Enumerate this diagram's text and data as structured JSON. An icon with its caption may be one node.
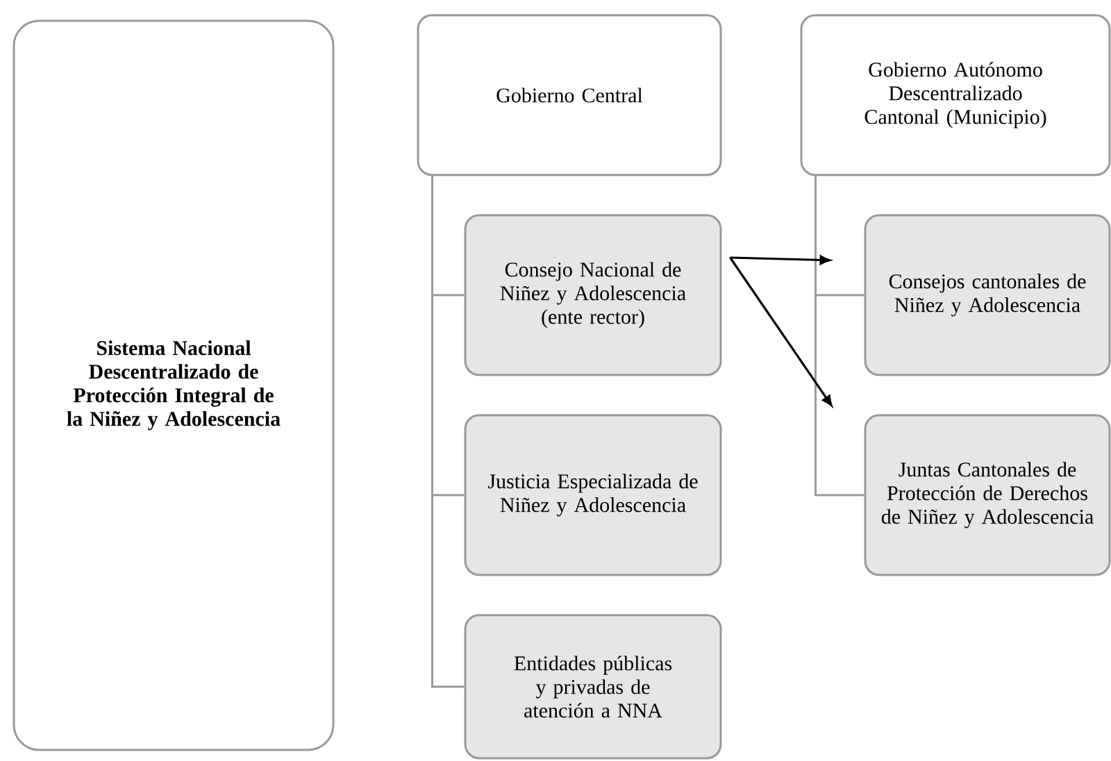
{
  "diagram": {
    "nodes": [
      {
        "text": [
          "Sistema Nacional Descentralizado de Protección Integral de la Niñez y Adolescencia"
        ]
      },
      {
        "text": [
          "Gobierno Central"
        ]
      },
      {
        "text": [
          "Gobierno Autónomo Descentralizado Cantonal (Municipio)"
        ]
      },
      {
        "text": [
          "Consejo Nacional de Niñez y Adolescencia (ente rector)"
        ]
      },
      {
        "text": [
          "Justicia Especializada de Niñez y Adolescencia"
        ]
      },
      {
        "text": [
          "Entidades públicas y privadas de atención a NNA"
        ]
      },
      {
        "text": [
          "Consejos cantonales de Niñez y Adolescencia"
        ]
      },
      {
        "text": [
          "Juntas Cantonales de Protección de Derechos de Niñez y Adolescencia"
        ]
      }
    ],
    "edges": [
      {
        "from": 1,
        "to": 3,
        "arrow": "none"
      },
      {
        "from": 1,
        "to": 4,
        "arrow": "none"
      },
      {
        "from": 1,
        "to": 5,
        "arrow": "none"
      },
      {
        "from": 2,
        "to": 6,
        "arrow": "none"
      },
      {
        "from": 2,
        "to": 7,
        "arrow": "none"
      },
      {
        "from": 3,
        "to": 6,
        "arrow": "to",
        "color": "#000000"
      },
      {
        "from": 3,
        "to": 7,
        "arrow": "to",
        "color": "#000000"
      }
    ]
  }
}
